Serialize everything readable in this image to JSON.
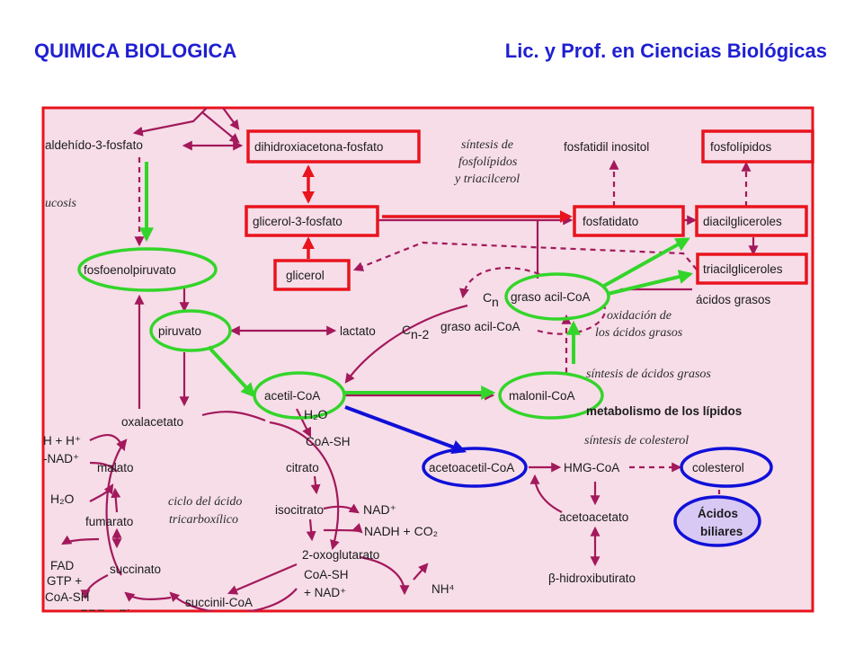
{
  "header": {
    "left_title": "QUIMICA BIOLOGICA",
    "right_title": "Lic. y Prof. en Ciencias Biológicas"
  },
  "colors": {
    "background_panel": "#f6dde8",
    "pathway_arrow": "#a3195b",
    "highlight_red": "#e8141e",
    "highlight_green": "#33d52a",
    "highlight_blue": "#1010d8",
    "bile_fill": "#d8c8f4"
  },
  "diagram": {
    "gliceraldehido": "aldehído-3-fosfato",
    "glucolisis": "ucosis",
    "dihidroxiacetona": "dihidroxiacetona-fosfato",
    "sintesis_fosfolipidos_1": "síntesis de",
    "sintesis_fosfolipidos_2": "fosfolípidos",
    "sintesis_fosfolipidos_3": "y triacilcerol",
    "fosfatidil_inositol": "fosfatidil inositol",
    "fosfolipidos": "fosfolípidos",
    "glicerol3p": "glicerol-3-fosfato",
    "fosfatidato": "fosfatidato",
    "diacilgliceroles": "diacilgliceroles",
    "glicerol": "glicerol",
    "triacilgliceroles": "triacilgliceroles",
    "fosfoenolpiruvato": "fosfoenolpiruvato",
    "cn_letter": "C",
    "cn_sub": "n",
    "graso_acil_coa_n": "graso acil-CoA",
    "acidos_grasos": "ácidos grasos",
    "graso_acil_coa_n2": "graso acil-CoA",
    "cn2_letter": "C",
    "cn2_sub": "n-2",
    "oxidacion_1": "oxidación de",
    "oxidacion_2": "los ácidos grasos",
    "piruvato": "piruvato",
    "lactato": "lactato",
    "sintesis_ag": "síntesis de ácidos grasos",
    "acetil_coa": "acetil-CoA",
    "malonil_coa": "malonil-CoA",
    "metabolismo_lipidos": "metabolismo de los lípidos",
    "h2o_top": "H₂O",
    "oxalacetato": "oxalacetato",
    "coa_sh_1": "CoA-SH",
    "nadh_h": "H + H⁺",
    "nad_left": "-NAD⁺",
    "malato": "malato",
    "citrato": "citrato",
    "sintesis_colesterol": "síntesis de colesterol",
    "acetoacetil_coa": "acetoacetil-CoA",
    "hmg_coa": "HMG-CoA",
    "colesterol": "colesterol",
    "h2o_left": "H₂O",
    "ciclo_1": "ciclo del ácido",
    "ciclo_2": "tricarboxílico",
    "isocitrato": "isocitrato",
    "nad_plus": "NAD⁺",
    "acetoacetato": "acetoacetato",
    "acidos_biliares_1": "Ácidos",
    "acidos_biliares_2": "biliares",
    "fumarato": "fumarato",
    "nadh_co2": "NADH + CO₂",
    "oxoglutarato": "2-oxoglutarato",
    "fad": "FAD",
    "gtp": "GTP +",
    "coa_sh_left": "CoA-SH",
    "succinato": "succinato",
    "coa_sh_2": "CoA-SH",
    "nad_plus_2": "+ NAD⁺",
    "nh4": "NH⁴",
    "hidroxibutirato": "β-hidroxibutirato",
    "succinil_coa": "succinil-CoA",
    "gdp_pi": "GDP + Pi"
  }
}
